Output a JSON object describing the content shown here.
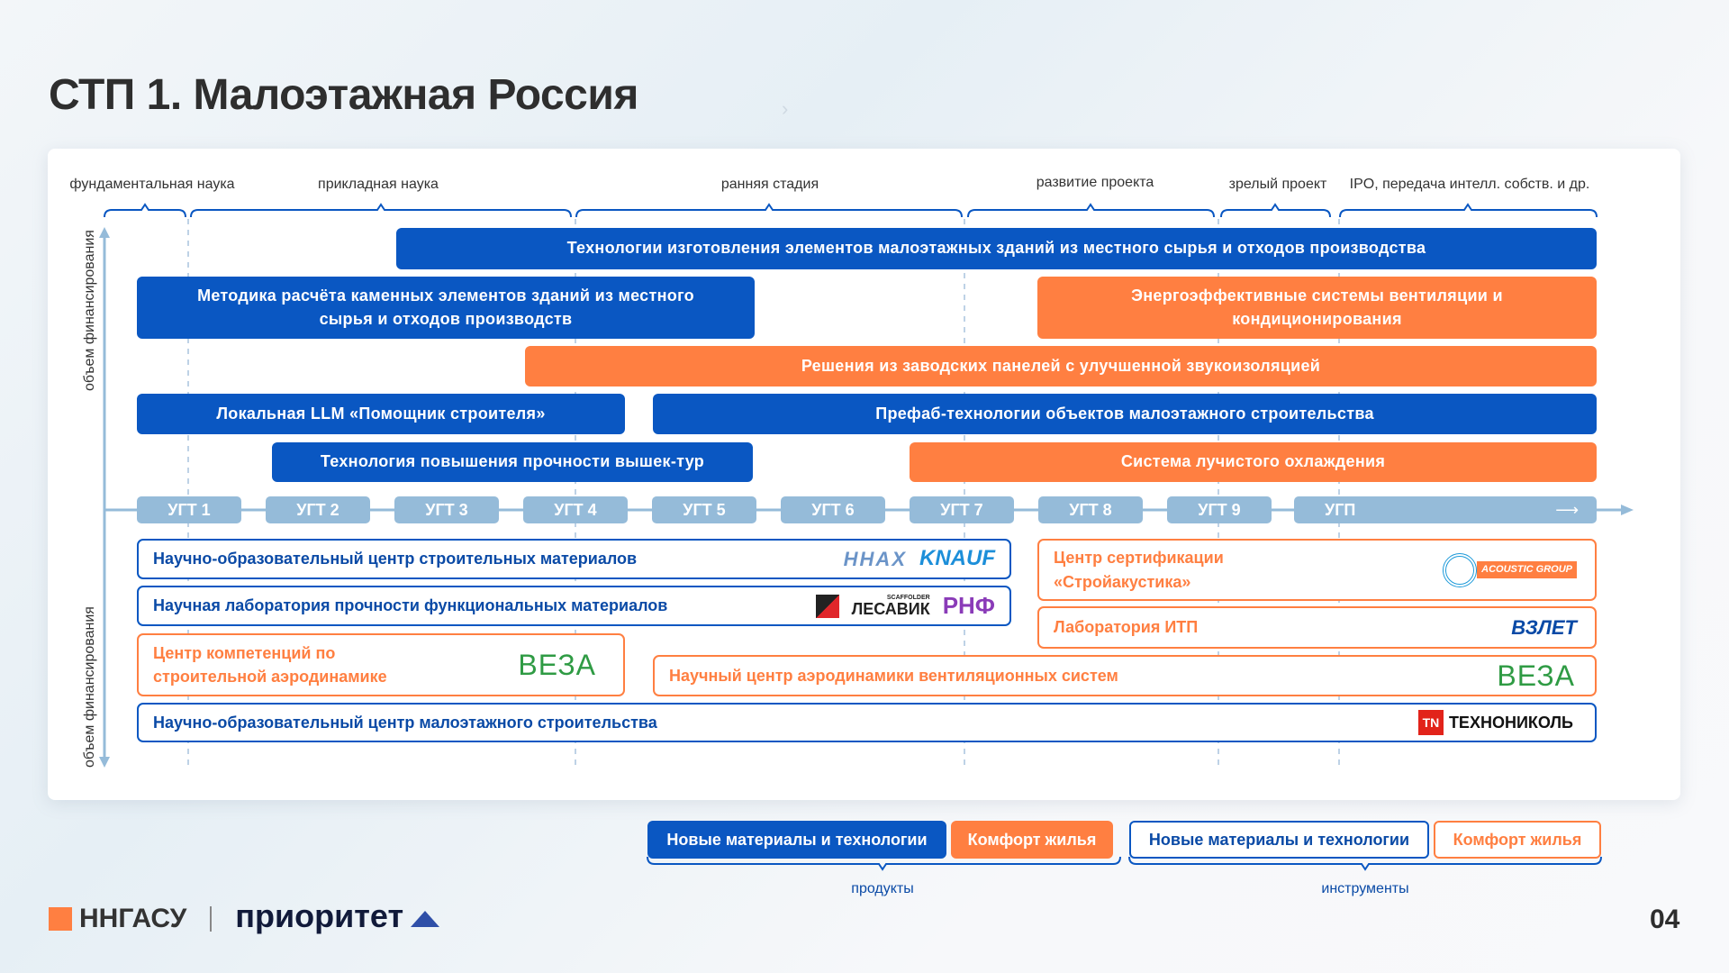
{
  "title": "СТП 1. Малоэтажная Россия",
  "phases": [
    "фундаментальная наука",
    "прикладная наука",
    "ранняя стадия",
    "развитие проекта",
    "зрелый проект",
    "IPO, передача интелл. собств. и др."
  ],
  "axis_label_top": "объем финансирования",
  "axis_label_bottom": "объем финансирования",
  "products": [
    {
      "label": "Технологии изготовления элементов малоэтажных зданий из местного сырья и отходов производства",
      "category": "blue"
    },
    {
      "label": "Методика расчёта каменных элементов зданий из местного сырья и отходов производств",
      "category": "blue"
    },
    {
      "label": "Энергоэффективные системы вентиляции и кондиционирования",
      "category": "orange"
    },
    {
      "label": "Решения из заводских панелей с улучшенной звукоизоляцией",
      "category": "orange"
    },
    {
      "label": "Локальная LLM «Помощник строителя»",
      "category": "blue"
    },
    {
      "label": "Префаб-технологии объектов малоэтажного строительства",
      "category": "blue"
    },
    {
      "label": "Технология повышения прочности вышек-тур",
      "category": "blue"
    },
    {
      "label": "Система лучистого охлаждения",
      "category": "orange"
    }
  ],
  "levels": [
    "УГТ 1",
    "УГТ 2",
    "УГТ 3",
    "УГТ 4",
    "УГТ 5",
    "УГТ 6",
    "УГТ 7",
    "УГТ 8",
    "УГТ 9",
    "УГП"
  ],
  "tools": [
    {
      "label": "Научно-образовательный центр строительных материалов",
      "partners": [
        "ННАХ",
        "KNAUF"
      ]
    },
    {
      "label": "Научная лаборатория прочности функциональных материалов",
      "partners": [
        "ЛЕСАВИК",
        "РНФ"
      ],
      "partner_sub": "SCAFFOLDER"
    },
    {
      "label": "Центр сертификации «Стройакустика»",
      "partners": [
        "ACOUSTIC GROUP"
      ]
    },
    {
      "label": "Лаборатория ИТП",
      "partners": [
        "ВЗЛЕТ"
      ]
    },
    {
      "label": "Центр компетенций по строительной аэродинамике",
      "partners": [
        "ВЕЗА"
      ]
    },
    {
      "label": "Научный центр аэродинамики вентиляционных систем",
      "partners": [
        "ВЕЗА"
      ]
    },
    {
      "label": "Научно-образовательный центр малоэтажного строительства",
      "partners": [
        "ТЕХНОНИКОЛЬ"
      ]
    }
  ],
  "legend": {
    "products": [
      "Новые материалы и технологии",
      "Комфорт жилья"
    ],
    "products_label": "продукты",
    "tools": [
      "Новые материалы и технологии",
      "Комфорт жилья"
    ],
    "tools_label": "инструменты"
  },
  "footer": {
    "org": "ННГАСУ",
    "program": "приоритет",
    "page": "04"
  },
  "colors": {
    "blue": "#0a57c2",
    "orange": "#ff7f41",
    "level": "#95bbd9"
  }
}
